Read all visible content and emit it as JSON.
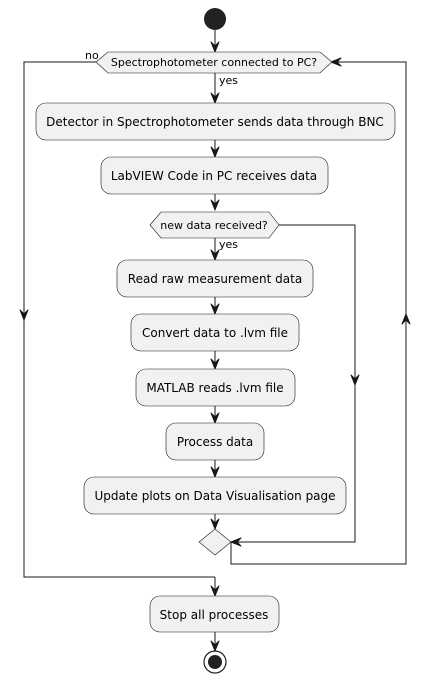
{
  "decision_connected": {
    "label": "Spectrophotometer connected to PC?",
    "yes_label": "yes",
    "no_label": "no"
  },
  "steps": {
    "detector": "Detector in Spectrophotometer sends data through BNC",
    "labview": "LabVIEW Code in PC receives data",
    "read_raw": "Read raw measurement data",
    "convert": "Convert data to .lvm file",
    "matlab": "MATLAB reads .lvm file",
    "process": "Process data",
    "update": "Update plots on Data Visualisation page",
    "stop": "Stop all processes"
  },
  "decision_new_data": {
    "label": "new data received?",
    "yes_label": "yes"
  }
}
